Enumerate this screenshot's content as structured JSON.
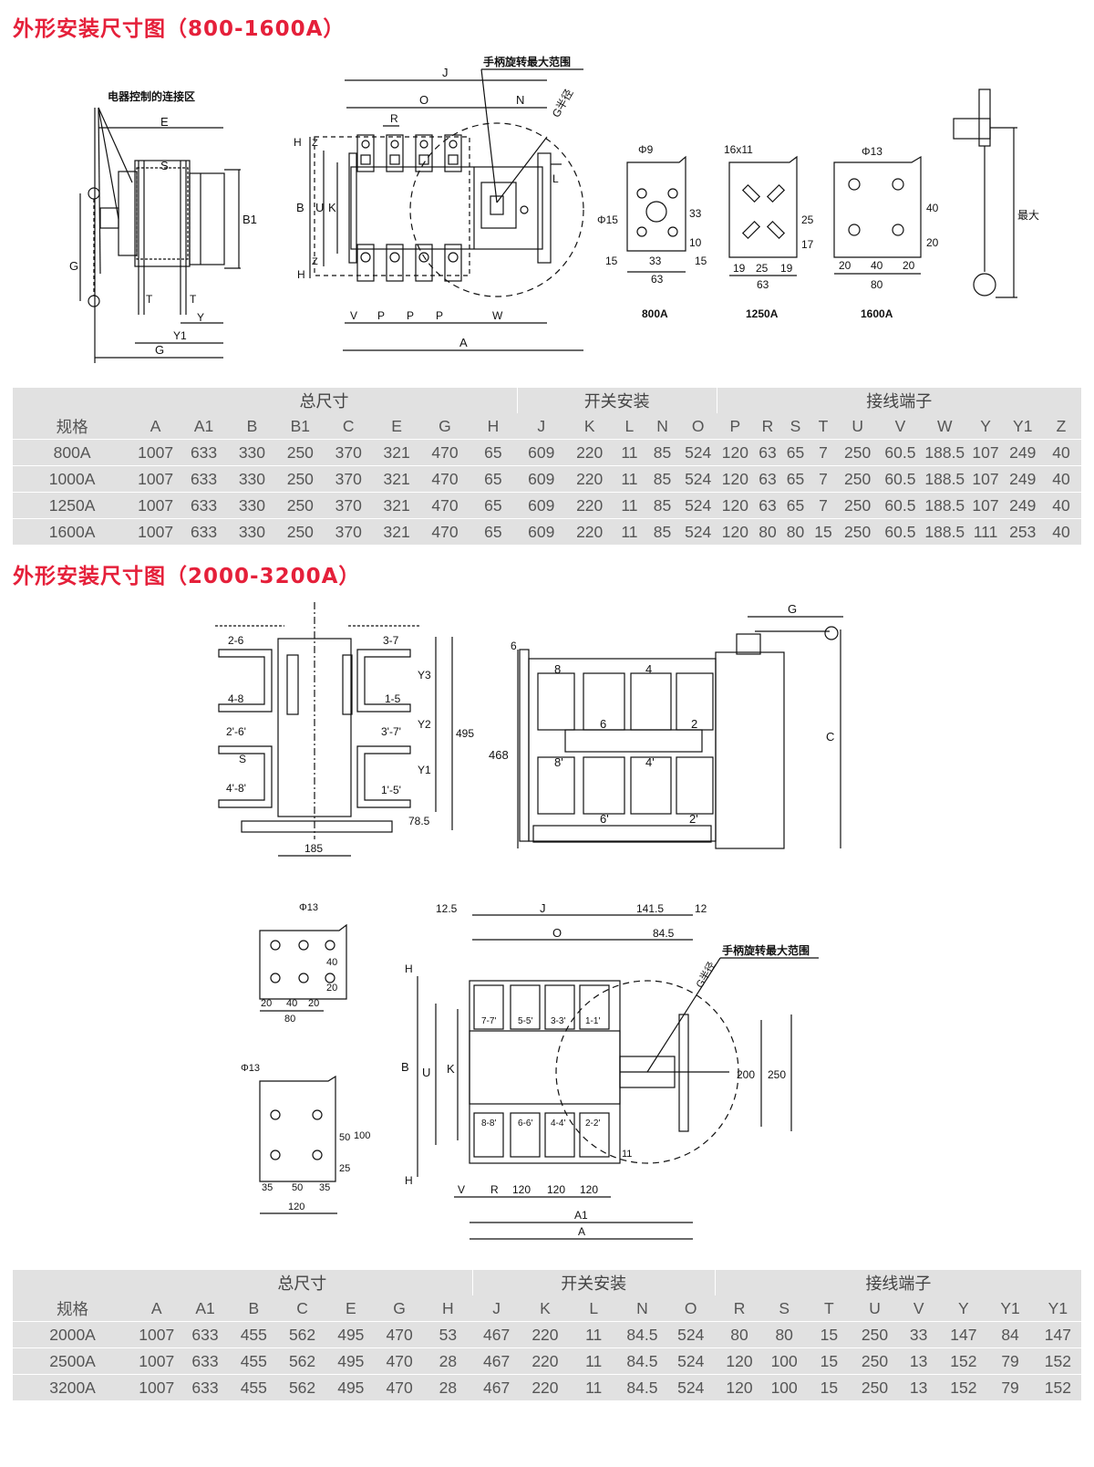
{
  "section1": {
    "title": "外形安装尺寸图（800-1600A）",
    "labels": {
      "control_area": "电器控制的连接区",
      "handle_range": "手柄旋转最大范围",
      "g_radius": "G半径",
      "max": "最大",
      "E": "E",
      "S": "S",
      "B1": "B1",
      "G": "G",
      "T": "T",
      "Y": "Y",
      "Y1": "Y1",
      "J": "J",
      "O": "O",
      "N": "N",
      "R": "R",
      "H": "H",
      "B": "B",
      "U": "U",
      "K": "K",
      "L": "L",
      "Z": "Z",
      "V": "V",
      "P": "P",
      "W": "W",
      "A": "A"
    },
    "plates": [
      {
        "caption": "800A",
        "hole": "Φ9",
        "center": "Φ15",
        "dims": [
          "33",
          "10",
          "15",
          "33",
          "15",
          "63"
        ]
      },
      {
        "caption": "1250A",
        "hole": "16x11",
        "dims": [
          "25",
          "17",
          "19",
          "25",
          "19",
          "63"
        ]
      },
      {
        "caption": "1600A",
        "hole": "Φ13",
        "dims": [
          "40",
          "20",
          "20",
          "40",
          "20",
          "80"
        ]
      }
    ]
  },
  "table1": {
    "groups": [
      "总尺寸",
      "开关安装",
      "接线端子"
    ],
    "headers": [
      "规格",
      "A",
      "A1",
      "B",
      "B1",
      "C",
      "E",
      "G",
      "H",
      "J",
      "K",
      "L",
      "N",
      "O",
      "P",
      "R",
      "S",
      "T",
      "U",
      "V",
      "W",
      "Y",
      "Y1",
      "Z"
    ],
    "rows": [
      [
        "800A",
        "1007",
        "633",
        "330",
        "250",
        "370",
        "321",
        "470",
        "65",
        "609",
        "220",
        "11",
        "85",
        "524",
        "120",
        "63",
        "65",
        "7",
        "250",
        "60.5",
        "188.5",
        "107",
        "249",
        "40"
      ],
      [
        "1000A",
        "1007",
        "633",
        "330",
        "250",
        "370",
        "321",
        "470",
        "65",
        "609",
        "220",
        "11",
        "85",
        "524",
        "120",
        "63",
        "65",
        "7",
        "250",
        "60.5",
        "188.5",
        "107",
        "249",
        "40"
      ],
      [
        "1250A",
        "1007",
        "633",
        "330",
        "250",
        "370",
        "321",
        "470",
        "65",
        "609",
        "220",
        "11",
        "85",
        "524",
        "120",
        "63",
        "65",
        "7",
        "250",
        "60.5",
        "188.5",
        "107",
        "249",
        "40"
      ],
      [
        "1600A",
        "1007",
        "633",
        "330",
        "250",
        "370",
        "321",
        "470",
        "65",
        "609",
        "220",
        "11",
        "85",
        "524",
        "120",
        "80",
        "80",
        "15",
        "250",
        "60.5",
        "188.5",
        "111",
        "253",
        "40"
      ]
    ]
  },
  "section2": {
    "title": "外形安装尺寸图（2000-3200A）",
    "labels": {
      "t26": "2-6",
      "t37": "3-7",
      "t48": "4-8",
      "t15": "1-5",
      "t2p6p": "2'-6'",
      "t3p7p": "3'-7'",
      "tS": "S",
      "t4p8p": "4'-8'",
      "t1p5p": "1'-5'",
      "Y3": "Y3",
      "Y2": "Y2",
      "Y1": "Y1",
      "d495": "495",
      "d785": "78.5",
      "d185": "185",
      "d6": "6",
      "n8": "8",
      "n4": "4",
      "n6": "6",
      "n2": "2",
      "n8p": "8'",
      "n4p": "4'",
      "n6p": "6'",
      "n2p": "2'",
      "d468": "468",
      "G": "G",
      "C": "C",
      "d125": "12.5",
      "J": "J",
      "d1415": "141.5",
      "d12": "12",
      "O": "O",
      "d845": "84.5",
      "handle_range": "手柄旋转最大范围",
      "g_radius": "G半径",
      "H": "H",
      "B": "B",
      "U": "U",
      "K": "K",
      "p77": "7-7'",
      "p55": "5-5'",
      "p33": "3-3'",
      "p11": "1-1'",
      "p88": "8-8'",
      "p66": "6-6'",
      "p44": "4-4'",
      "p22": "2-2'",
      "d200": "200",
      "d250": "250",
      "d11": "11",
      "V": "V",
      "R": "R",
      "d120": "120",
      "A1": "A1",
      "A": "A",
      "phi13": "Φ13",
      "d40": "40",
      "d20": "20",
      "d80": "80",
      "d50": "50",
      "d100": "100",
      "d25": "25",
      "d35": "35",
      "d120b": "120"
    }
  },
  "table2": {
    "groups": [
      "总尺寸",
      "开关安装",
      "接线端子"
    ],
    "headers": [
      "规格",
      "A",
      "A1",
      "B",
      "C",
      "E",
      "G",
      "H",
      "J",
      "K",
      "L",
      "N",
      "O",
      "R",
      "S",
      "T",
      "U",
      "V",
      "Y",
      "Y1",
      "Y1"
    ],
    "rows": [
      [
        "2000A",
        "1007",
        "633",
        "455",
        "562",
        "495",
        "470",
        "53",
        "467",
        "220",
        "11",
        "84.5",
        "524",
        "80",
        "80",
        "15",
        "250",
        "33",
        "147",
        "84",
        "147"
      ],
      [
        "2500A",
        "1007",
        "633",
        "455",
        "562",
        "495",
        "470",
        "28",
        "467",
        "220",
        "11",
        "84.5",
        "524",
        "120",
        "100",
        "15",
        "250",
        "13",
        "152",
        "79",
        "152"
      ],
      [
        "3200A",
        "1007",
        "633",
        "455",
        "562",
        "495",
        "470",
        "28",
        "467",
        "220",
        "11",
        "84.5",
        "524",
        "120",
        "100",
        "15",
        "250",
        "13",
        "152",
        "79",
        "152"
      ]
    ]
  }
}
